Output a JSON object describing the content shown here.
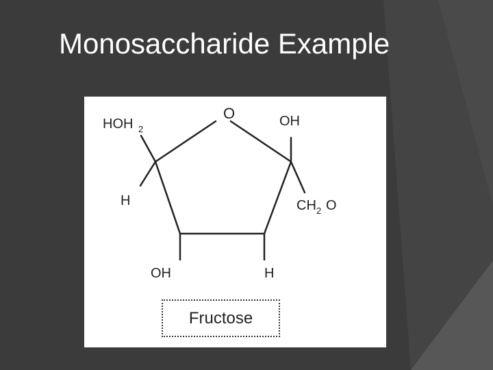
{
  "slide": {
    "title": "Monosaccharide Example"
  },
  "molecule": {
    "ring_oxygen": "O",
    "labels": {
      "c5_group": "HOH",
      "c5_subscript": "2",
      "c2_up": "OH",
      "c2_down": "CH",
      "c2_down_subscript": "2",
      "c2_down_end": "O",
      "c4_down": "H",
      "c3_down": "OH",
      "c3_up": "H"
    },
    "caption": "Fructose"
  },
  "colors": {
    "background": "#3b3b3b",
    "background_accent": "#555555",
    "title_text": "#ffffff",
    "figure_background": "#ffffff",
    "bond_color": "#222222"
  }
}
